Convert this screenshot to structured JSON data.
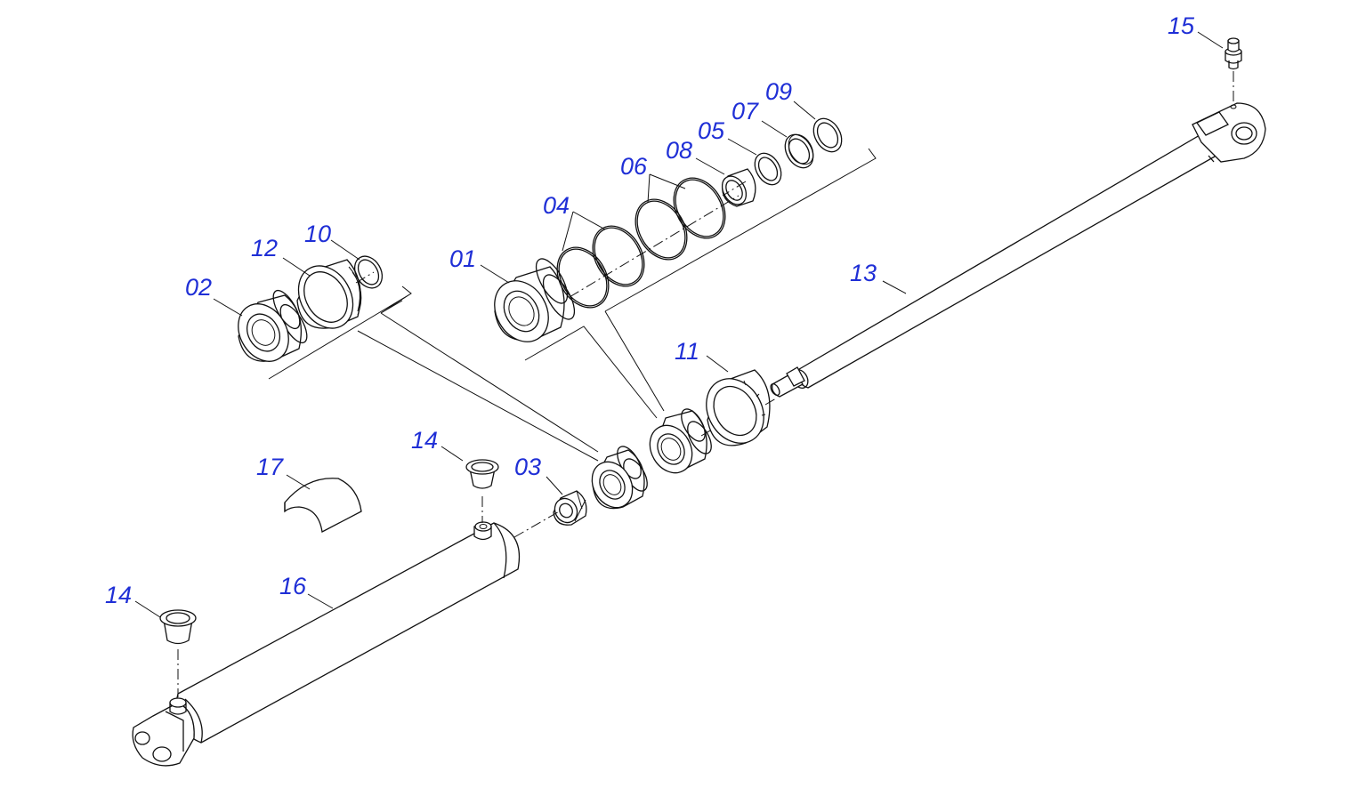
{
  "diagram": {
    "labels": [
      {
        "id": "l01",
        "text": "01"
      },
      {
        "id": "l02",
        "text": "02"
      },
      {
        "id": "l03",
        "text": "03"
      },
      {
        "id": "l04",
        "text": "04"
      },
      {
        "id": "l05",
        "text": "05"
      },
      {
        "id": "l06",
        "text": "06"
      },
      {
        "id": "l07",
        "text": "07"
      },
      {
        "id": "l08",
        "text": "08"
      },
      {
        "id": "l09",
        "text": "09"
      },
      {
        "id": "l10",
        "text": "10"
      },
      {
        "id": "l11",
        "text": "11"
      },
      {
        "id": "l12",
        "text": "12"
      },
      {
        "id": "l13",
        "text": "13"
      },
      {
        "id": "l14a",
        "text": "14"
      },
      {
        "id": "l14b",
        "text": "14"
      },
      {
        "id": "l15",
        "text": "15"
      },
      {
        "id": "l16",
        "text": "16"
      },
      {
        "id": "l17",
        "text": "17"
      }
    ],
    "label_color": "#1f2fd6",
    "line_color": "#111111"
  }
}
